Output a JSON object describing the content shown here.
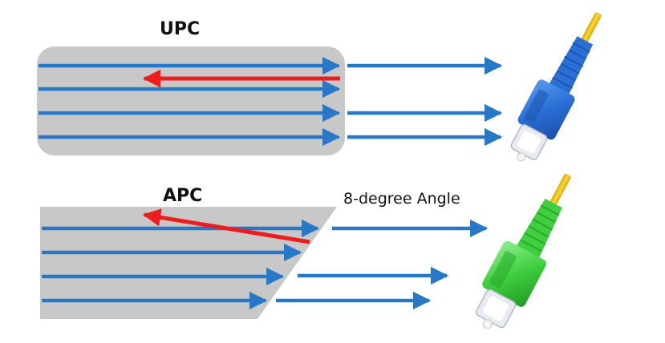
{
  "upc": {
    "title": "UPC"
  },
  "apc": {
    "title": "APC",
    "angle_label": "8-degree Angle"
  },
  "colors": {
    "ferrule": "#c8c8c8",
    "ray": "#2878c8",
    "reflection": "#ee1c1c",
    "upc_connector": "#2a6fd6",
    "apc_connector": "#3fcf3f",
    "cable": "#f2c40c"
  },
  "icons": {
    "upc_connector": "sc-upc-connector-icon",
    "apc_connector": "sc-apc-connector-icon"
  }
}
